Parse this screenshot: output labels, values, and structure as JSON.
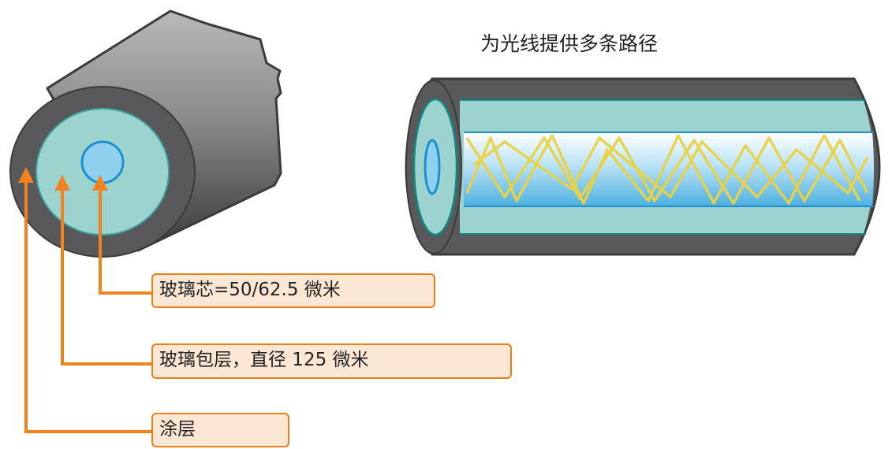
{
  "right_figure": {
    "title": "为光线提供多条路径"
  },
  "labels": {
    "core": "玻璃芯=50/62.5 微米",
    "cladding": "玻璃包层，直径 125 微米",
    "coating": "涂层"
  },
  "colors": {
    "coating": "#59595b",
    "cladding": "#9dd3ce",
    "core": "#8fd0ef",
    "arrow": "#f0831f",
    "label_fill": "#fce6d4",
    "light_path": "#e8d24a"
  }
}
